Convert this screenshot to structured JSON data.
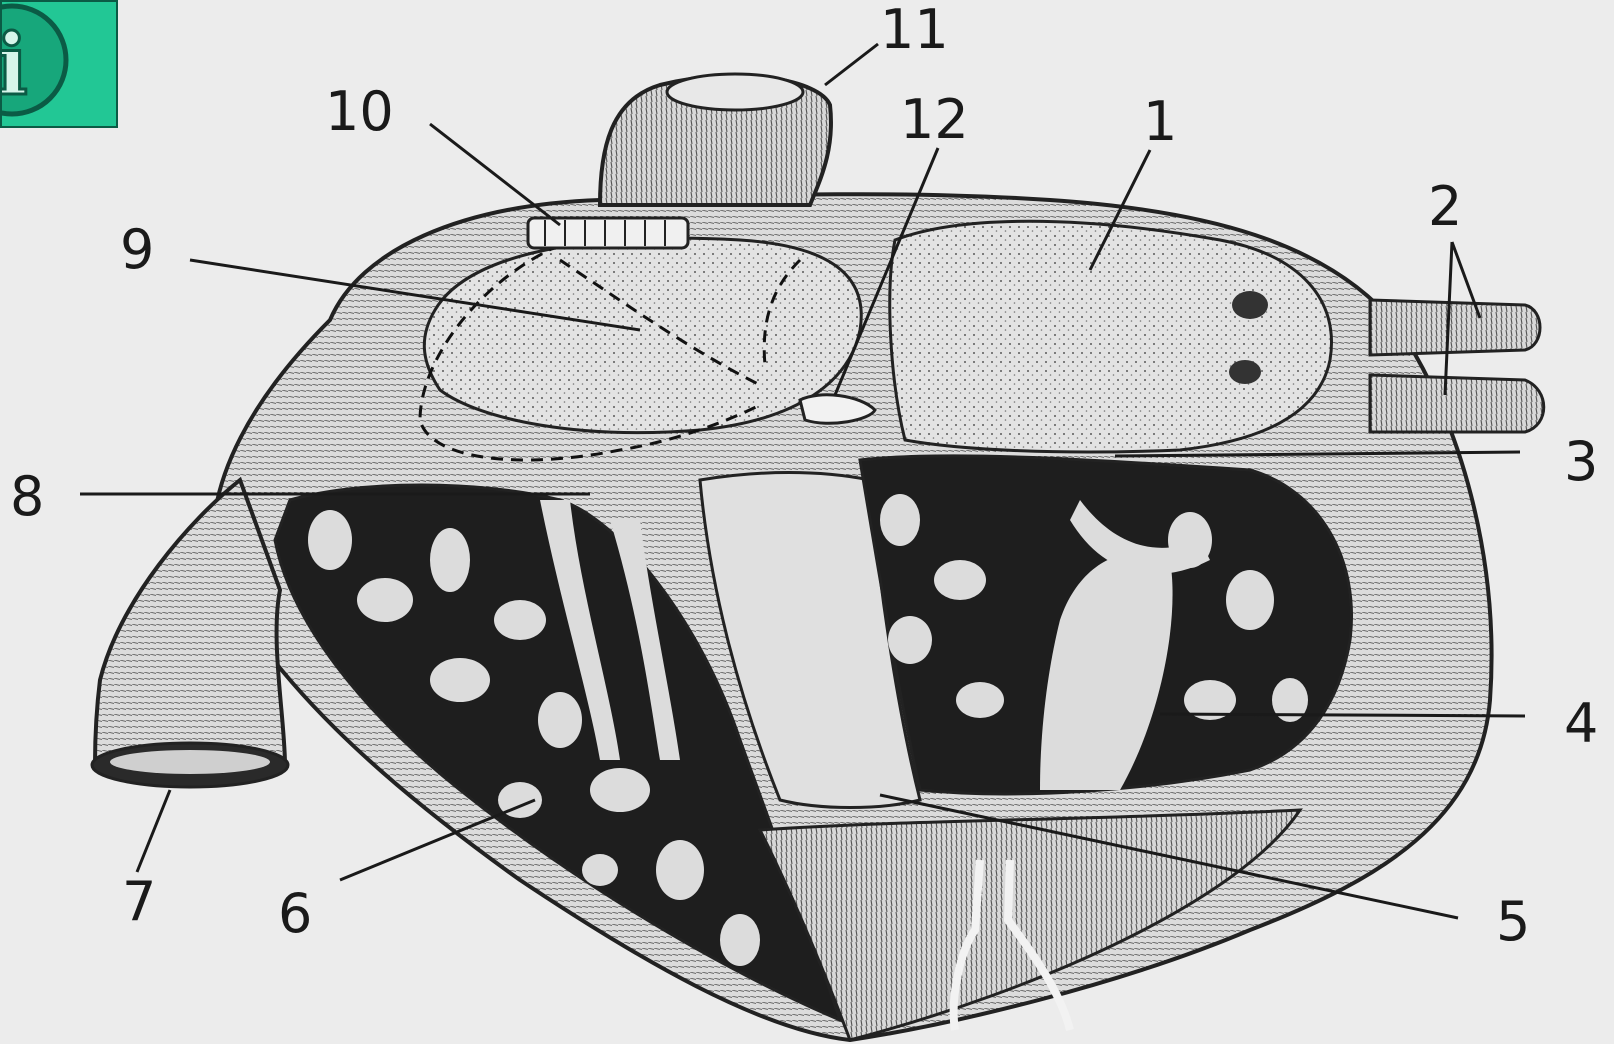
{
  "info_button": {
    "icon": "info-icon",
    "glyph": "i",
    "background": "#22c795",
    "icon_fill": "#17a77b",
    "icon_ring": "#0b5b45"
  },
  "labels": [
    {
      "id": "1",
      "text": "1"
    },
    {
      "id": "2",
      "text": "2"
    },
    {
      "id": "3",
      "text": "3"
    },
    {
      "id": "4",
      "text": "4"
    },
    {
      "id": "5",
      "text": "5"
    },
    {
      "id": "6",
      "text": "6"
    },
    {
      "id": "7",
      "text": "7"
    },
    {
      "id": "8",
      "text": "8"
    },
    {
      "id": "9",
      "text": "9"
    },
    {
      "id": "10",
      "text": "10"
    },
    {
      "id": "11",
      "text": "11"
    },
    {
      "id": "12",
      "text": "12"
    }
  ]
}
